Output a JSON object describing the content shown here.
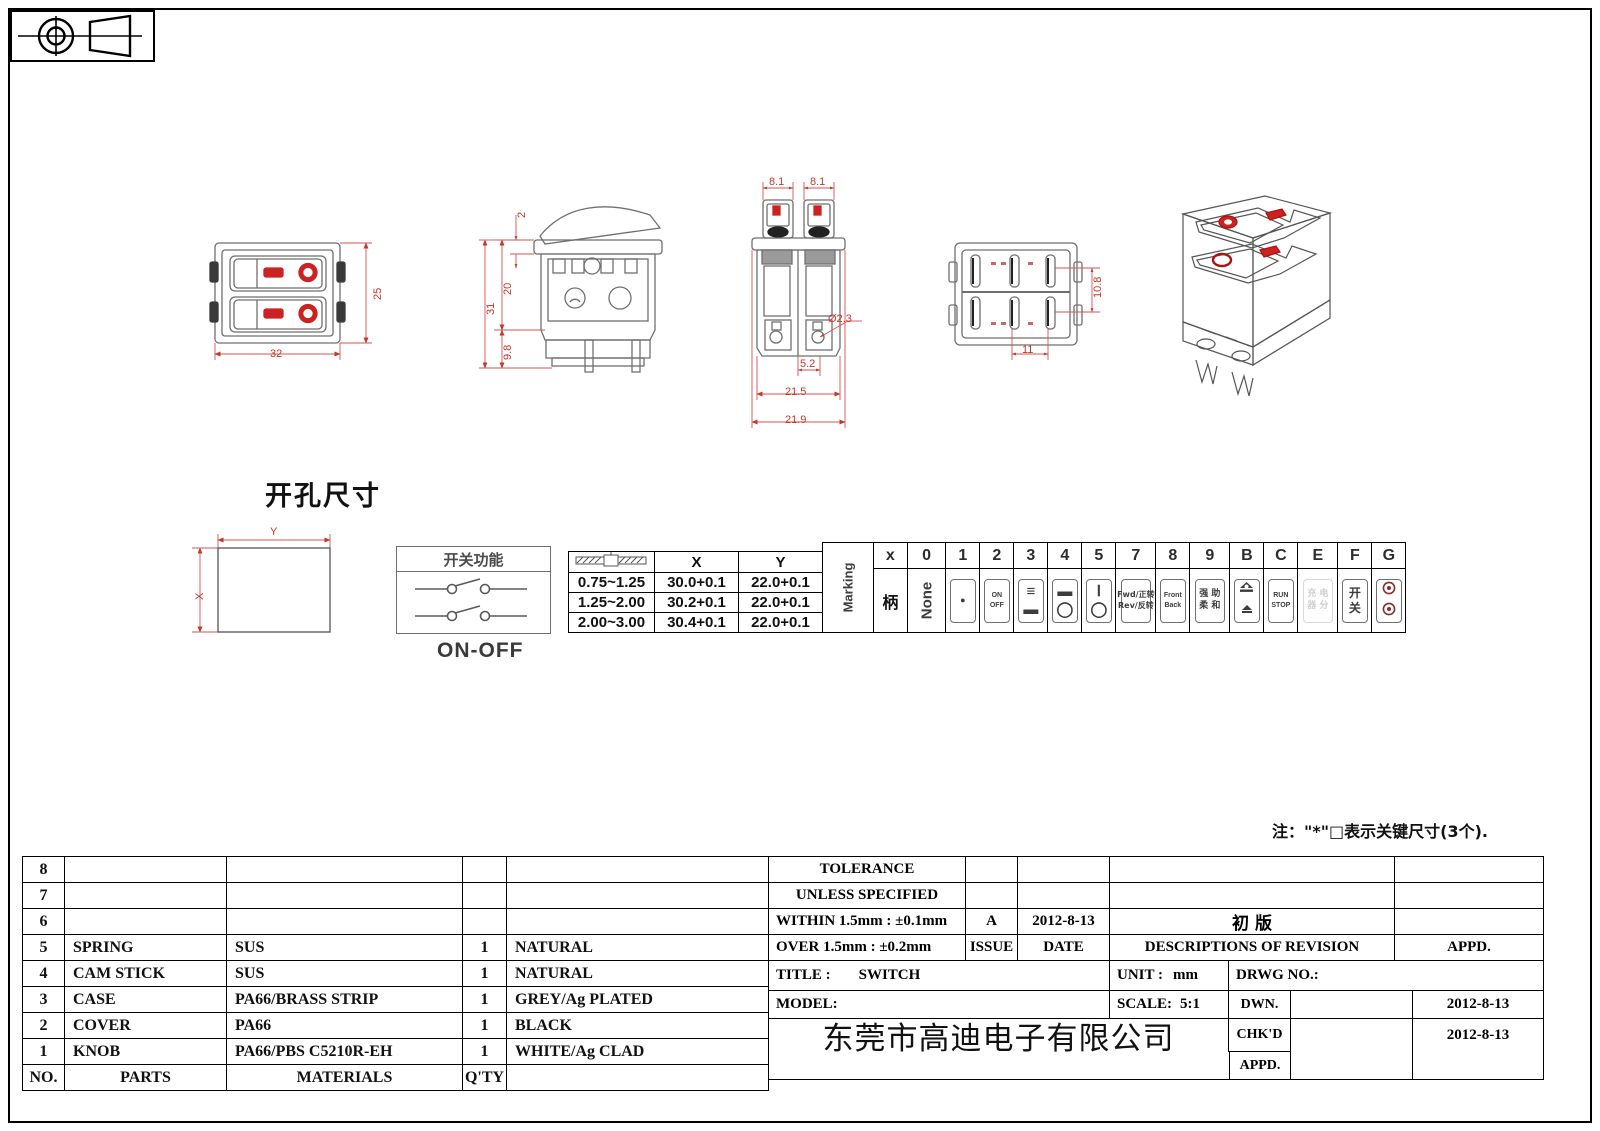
{
  "sheet": {
    "projection_symbol": "first-angle-projection-icon",
    "hole_dimension_title": "开孔尺寸",
    "function_box_title": "开关功能",
    "function_box_caption": "ON-OFF",
    "key_dimension_note": "注：\"*\"□表示关键尺寸(3个)."
  },
  "views": {
    "front": {
      "width": "32",
      "height": "25"
    },
    "side": {
      "total_height": "31",
      "body_height": "20",
      "terminal_height": "9.8",
      "flange": "2"
    },
    "end": {
      "knob_width_left": "8.1",
      "knob_width_right": "8.1",
      "overall": "21.5",
      "flange": "21.9",
      "hole_dia": "Ø2.3",
      "pin_offset": "5.2"
    },
    "rear": {
      "slot_pitch_v": "10.8",
      "slot_pitch_h": "11"
    },
    "hole_cut": {
      "x_label": "X",
      "y_label": "Y"
    }
  },
  "xy_table": {
    "headers": [
      "",
      "X",
      "Y"
    ],
    "rows": [
      {
        "panel": "0.75~1.25",
        "x": "30.0+0.1",
        "y": "22.0+0.1"
      },
      {
        "panel": "1.25~2.00",
        "x": "30.2+0.1",
        "y": "22.0+0.1"
      },
      {
        "panel": "2.00~3.00",
        "x": "30.4+0.1",
        "y": "22.0+0.1"
      }
    ]
  },
  "marking_table": {
    "side_label": "Marking",
    "row1_label": "x",
    "row2_label": "柄",
    "columns": [
      {
        "code": "0",
        "kind": "text-rot",
        "text": "None"
      },
      {
        "code": "1",
        "kind": "chip",
        "top": "●",
        "bottom": ""
      },
      {
        "code": "2",
        "kind": "chip",
        "top": "ON",
        "bottom": "OFF"
      },
      {
        "code": "3",
        "kind": "chip",
        "top": "≡",
        "bottom": "▬"
      },
      {
        "code": "4",
        "kind": "chip",
        "top": "▬",
        "bottom": "◯"
      },
      {
        "code": "5",
        "kind": "chip",
        "top": "Ⅰ",
        "bottom": "◯"
      },
      {
        "code": "7",
        "kind": "chip",
        "top": "Fwd/正转",
        "bottom": "Rev/反转"
      },
      {
        "code": "8",
        "kind": "chip",
        "top": "Front",
        "bottom": "Back"
      },
      {
        "code": "9",
        "kind": "chip-cn",
        "top": "强 助",
        "bottom": "柔 和"
      },
      {
        "code": "B",
        "kind": "chip-icon",
        "top": "fan-high-icon",
        "bottom": "fan-low-icon"
      },
      {
        "code": "C",
        "kind": "chip",
        "top": "RUN",
        "bottom": "STOP"
      },
      {
        "code": "E",
        "kind": "chip-ghost",
        "top": "充 电",
        "bottom": "器 分"
      },
      {
        "code": "F",
        "kind": "chip-cn",
        "top": "开",
        "bottom": "关"
      },
      {
        "code": "G",
        "kind": "chip-icon",
        "top": "power-dot-icon",
        "bottom": "power-dot-icon"
      }
    ]
  },
  "parts_list": {
    "headers": {
      "no": "NO.",
      "parts": "PARTS",
      "materials": "MATERIALS",
      "qty": "Q'TY",
      "finish": ""
    },
    "rows": [
      {
        "no": "8",
        "part": "",
        "material": "",
        "qty": "",
        "finish": ""
      },
      {
        "no": "7",
        "part": "",
        "material": "",
        "qty": "",
        "finish": ""
      },
      {
        "no": "6",
        "part": "",
        "material": "",
        "qty": "",
        "finish": ""
      },
      {
        "no": "5",
        "part": "SPRING",
        "material": "SUS",
        "qty": "1",
        "finish": "NATURAL"
      },
      {
        "no": "4",
        "part": "CAM STICK",
        "material": "SUS",
        "qty": "1",
        "finish": "NATURAL"
      },
      {
        "no": "3",
        "part": "CASE",
        "material": "PA66/BRASS STRIP",
        "qty": "1",
        "finish": "GREY/Ag PLATED"
      },
      {
        "no": "2",
        "part": "COVER",
        "material": "PA66",
        "qty": "1",
        "finish": "BLACK"
      },
      {
        "no": "1",
        "part": "KNOB",
        "material": "PA66/PBS C5210R-EH",
        "qty": "1",
        "finish": "WHITE/Ag CLAD"
      }
    ]
  },
  "title_block": {
    "tolerance_line1": "TOLERANCE",
    "tolerance_line2": "UNLESS   SPECIFIED",
    "tolerance_within": "WITHIN 1.5mm : ±0.1mm",
    "tolerance_over": "OVER 1.5mm : ±0.2mm",
    "issue_value": "A",
    "issue_label": "ISSUE",
    "date_value": "2012-8-13",
    "date_label": "DATE",
    "revision_value": "初  版",
    "revision_label": "DESCRIPTIONS OF REVISION",
    "appd_label": "APPD.",
    "appd_value": "",
    "title_label": "TITLE :",
    "title_value": "SWITCH",
    "model_label": "MODEL:",
    "model_value": "",
    "unit_label": "UNIT :",
    "unit_value": "mm",
    "scale_label": "SCALE:",
    "scale_value": "5:1",
    "drwg_label": "DRWG NO.:",
    "drwg_value": "",
    "dwn_label": "DWN.",
    "dwn_name": "",
    "dwn_date": "2012-8-13",
    "chkd_label": "CHK'D",
    "chkd_name": "",
    "chkd_date": "2012-8-13",
    "appd_row_label": "APPD.",
    "appd_name": "",
    "company": "东莞市高迪电子有限公司"
  },
  "colors": {
    "line": "#000000",
    "dimension": "#c0392b",
    "drawing_grey": "#6f6f6f",
    "indicator_red": "#cc2222"
  }
}
